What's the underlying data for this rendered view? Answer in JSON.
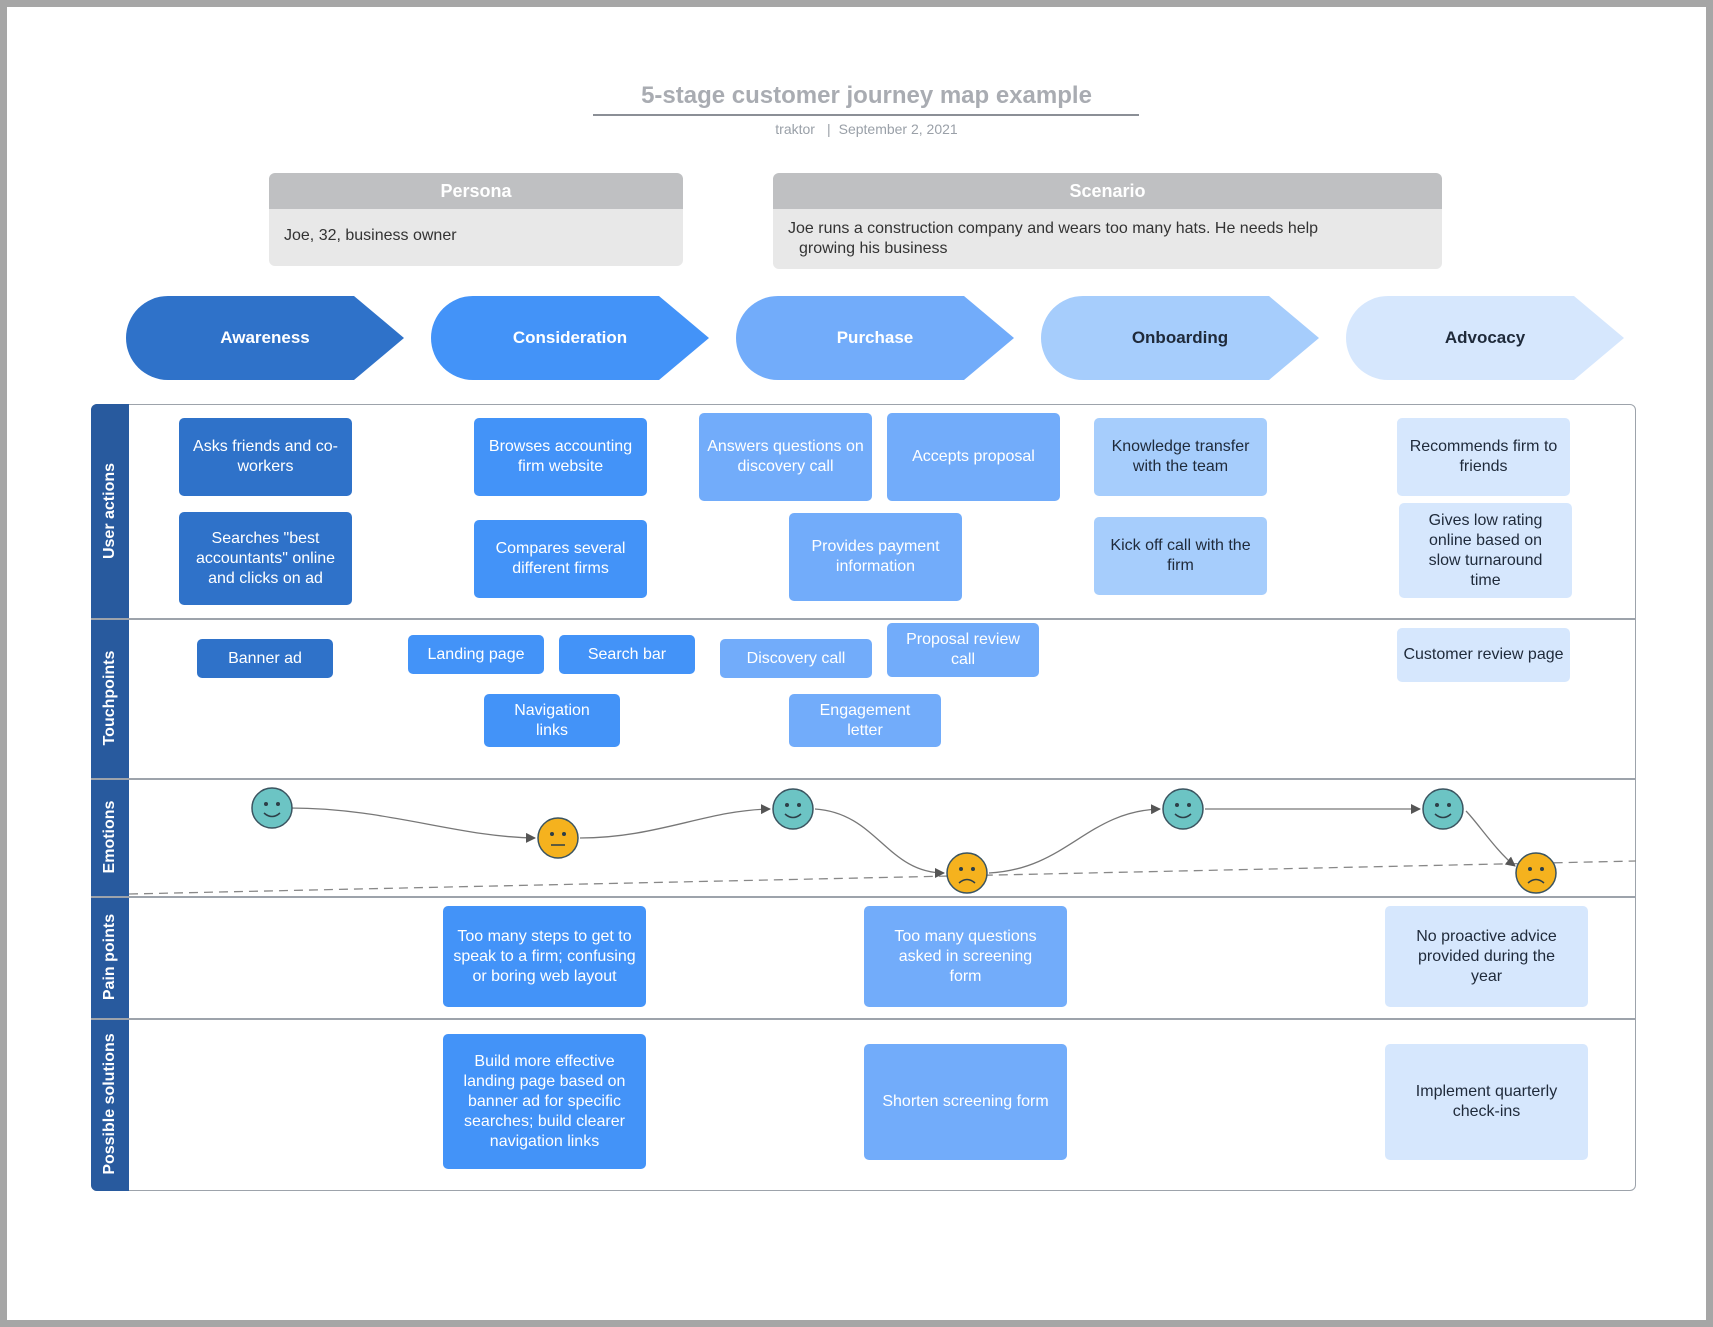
{
  "header": {
    "title": "5-stage customer journey map example",
    "author": "traktor",
    "separator": "|",
    "date": "September 2, 2021"
  },
  "persona": {
    "heading": "Persona",
    "text": "Joe, 32, business owner"
  },
  "scenario": {
    "heading": "Scenario",
    "line1": "Joe runs a construction company and wears too many hats. He needs help",
    "line2": "growing his business"
  },
  "stages": [
    "Awareness",
    "Consideration",
    "Purchase",
    "Onboarding",
    "Advocacy"
  ],
  "stage_colors": [
    "#2f72c9",
    "#4393f8",
    "#72acfa",
    "#a6cdfc",
    "#d6e7fd"
  ],
  "lanes": [
    "User actions",
    "Touchpoints",
    "Emotions",
    "Pain points",
    "Possible solutions"
  ],
  "user_actions": {
    "awareness": [
      "Asks friends and co-workers",
      "Searches \"best accountants\" online and clicks on ad"
    ],
    "consideration": [
      "Browses accounting firm website",
      "Compares several different firms"
    ],
    "purchase": [
      "Answers questions on discovery call",
      "Accepts proposal",
      "Provides payment information"
    ],
    "onboarding": [
      "Knowledge transfer with the team",
      "Kick off call with the firm"
    ],
    "advocacy": [
      "Recommends firm to friends",
      "Gives low rating online based on slow turnaround time"
    ]
  },
  "touchpoints": {
    "awareness": [
      "Banner ad"
    ],
    "consideration": [
      "Landing page",
      "Search bar",
      "Navigation links"
    ],
    "purchase": [
      "Discovery call",
      "Proposal review call",
      "Engagement letter"
    ],
    "advocacy": [
      "Customer review page"
    ]
  },
  "emotions": [
    "happy",
    "neutral",
    "happy",
    "sad",
    "happy",
    "happy",
    "sad"
  ],
  "emotion_colors": {
    "happy": "#6cc4c4",
    "neutral": "#f5b21e",
    "sad": "#f5b21e"
  },
  "pain_points": {
    "consideration": "Too many steps to get to speak to a firm; confusing or boring web layout",
    "purchase": "Too many questions asked in screening form",
    "advocacy": "No proactive advice provided during the year"
  },
  "solutions": {
    "consideration": "Build more effective landing page based on banner ad for specific searches; build clearer navigation links",
    "purchase": "Shorten screening form",
    "advocacy": "Implement quarterly check-ins"
  }
}
